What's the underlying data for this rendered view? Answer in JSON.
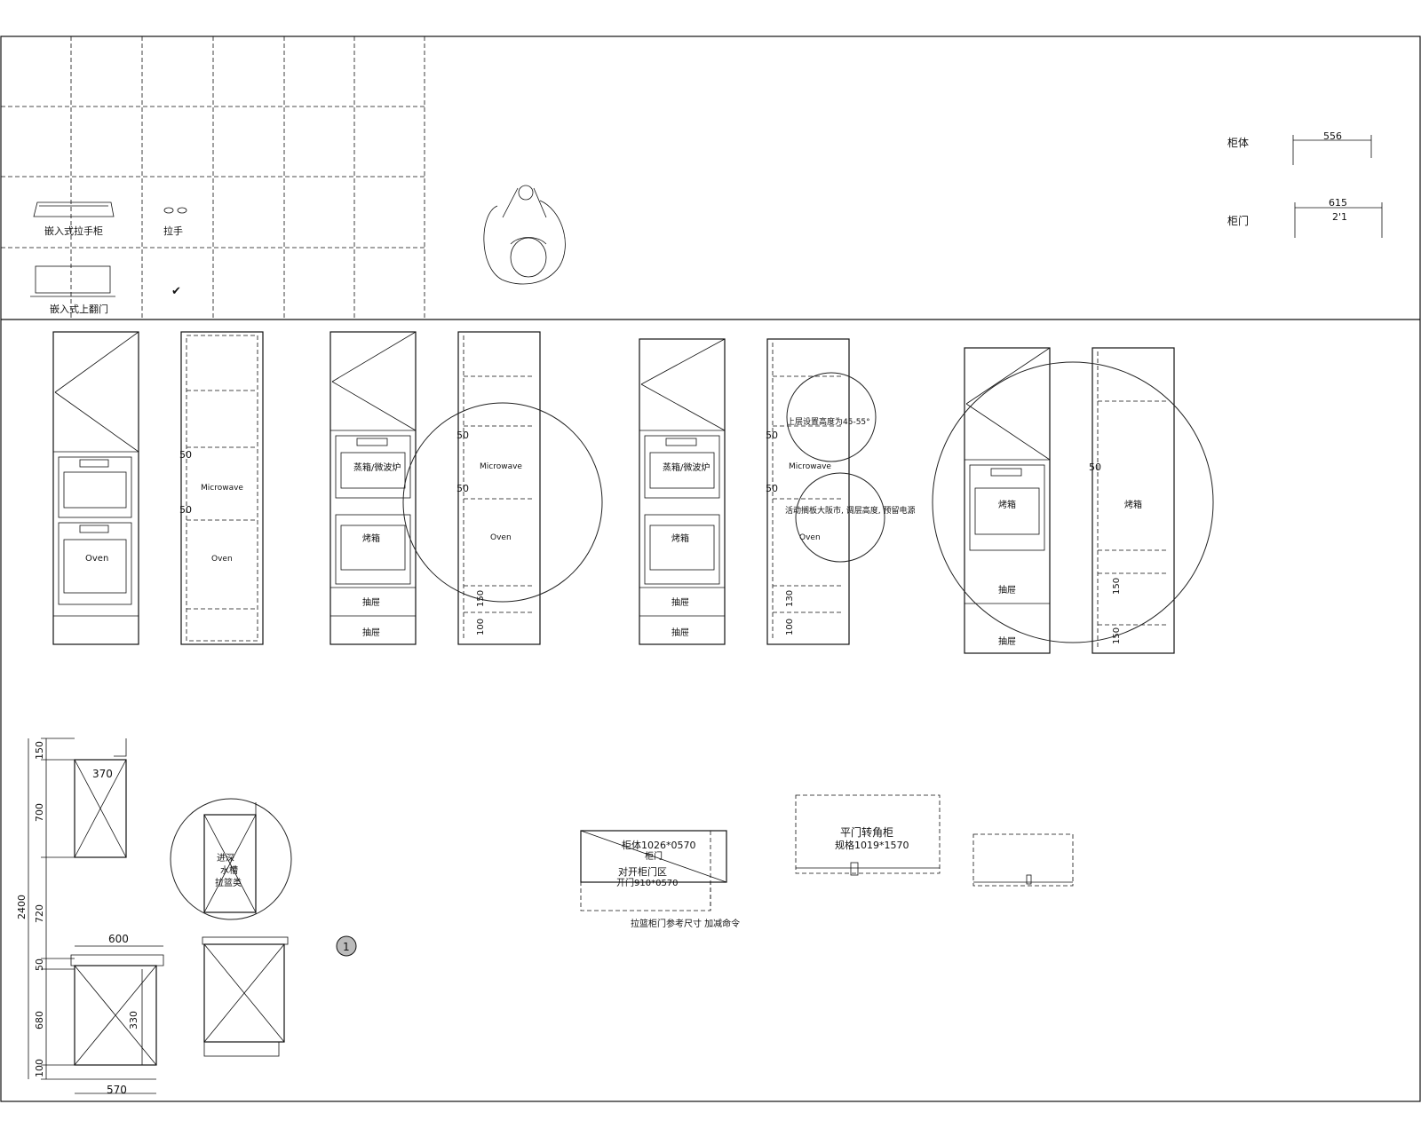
{
  "legend": {
    "item_handle": "嵌入式拉手柜",
    "item_knob": "拉手",
    "item_handle2": "嵌入式上翻门",
    "check": "✔"
  },
  "dimension_key": {
    "label1": "柜体",
    "value1": "556",
    "label2": "柜门",
    "value2": "615",
    "value2_sub": "2'1"
  },
  "tall_units": {
    "u1": {
      "front": [
        "Oven"
      ],
      "side": [
        "Microwave",
        "Oven"
      ],
      "dims": [
        "50",
        "50"
      ]
    },
    "u2": {
      "front": [
        "蒸箱/微波炉",
        "烤箱",
        "抽屉",
        "抽屉"
      ],
      "side": [
        "Microwave",
        "Oven"
      ],
      "dims": [
        "50",
        "50",
        "150",
        "100"
      ]
    },
    "u3": {
      "front": [
        "蒸箱/微波炉",
        "烤箱",
        "抽屉",
        "抽屉"
      ],
      "side": [
        "Microwave",
        "Oven"
      ],
      "dims": [
        "50",
        "50",
        "130",
        "100"
      ],
      "notes": [
        "上层设置高度为45-55°",
        "活动搁板大阪市, 调层高度, 预留电源"
      ]
    },
    "u4": {
      "front": [
        "烤箱",
        "抽屉",
        "抽屉"
      ],
      "side": [
        "烤箱"
      ],
      "dims": [
        "50",
        "150",
        "150"
      ]
    }
  },
  "left_details": {
    "heights": [
      "150",
      "700",
      "720",
      "50",
      "680",
      "100"
    ],
    "total": "2400",
    "top_width": "370",
    "base_width": "600",
    "base_depth": "570",
    "inner": "330",
    "circle_label_1": "进深",
    "circle_label_2": "水槽",
    "circle_label_3": "拉篮类"
  },
  "marker": "1",
  "plans": {
    "p1_line1": "柜体1026*0570",
    "p1_line2": "柜门",
    "p1_line3": "对开柜门区",
    "p1_line4": "开门910*0570",
    "p1_caption": "拉篮柜门参考尺寸 加减命令",
    "p2_line1": "平门转角柜",
    "p2_line2": "规格1019*1570"
  }
}
